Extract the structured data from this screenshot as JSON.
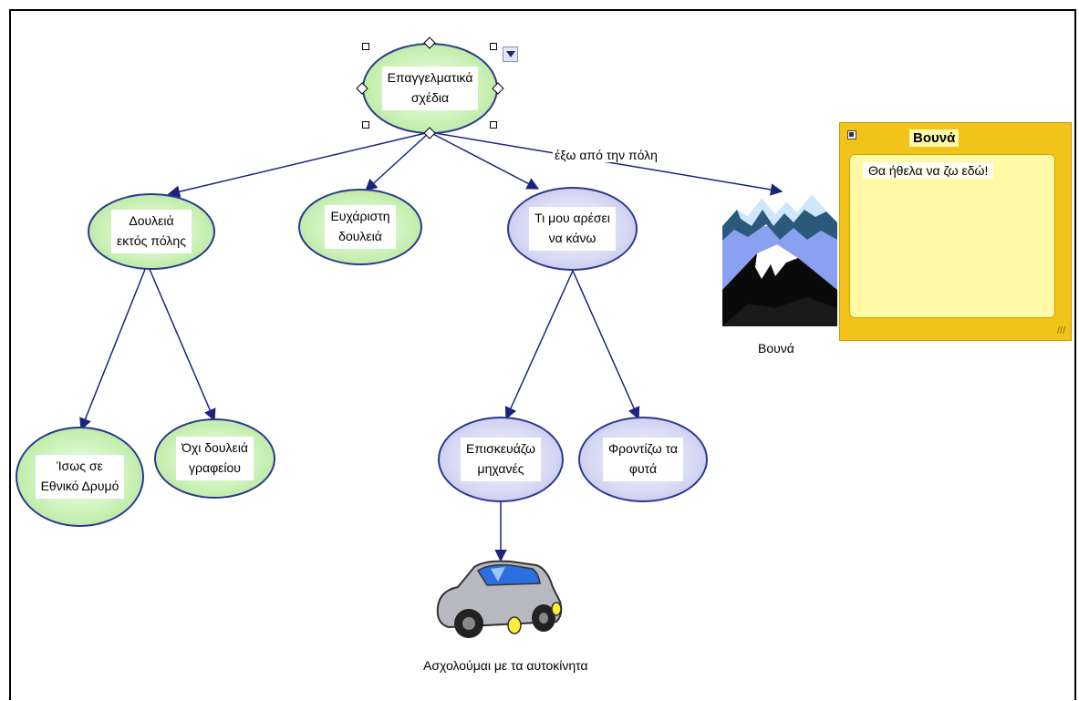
{
  "diagram": {
    "root": {
      "label_line1": "Επαγγελματικά",
      "label_line2": "σχέδια"
    },
    "nodes": [
      {
        "id": "douleia-ektos",
        "line1": "Δουλειά",
        "line2": "εκτός πόλης"
      },
      {
        "id": "eyxaristi",
        "line1": "Ευχάριστη",
        "line2": "δουλειά"
      },
      {
        "id": "ti-mou-aresei",
        "line1": "Τι μου αρέσει",
        "line2": "να κάνω"
      },
      {
        "id": "isos",
        "line1": "Ίσως σε",
        "line2": "Εθνικό Δρυμό"
      },
      {
        "id": "oxi-grafeiou",
        "line1": "Όχι δουλειά",
        "line2": "γραφείου"
      },
      {
        "id": "episkeuazo",
        "line1": "Επισκευάζω",
        "line2": "μηχανές"
      },
      {
        "id": "frontizo",
        "line1": "Φροντίζω τα",
        "line2": "φυτά"
      }
    ],
    "link_label": "έξω από την πόλη",
    "mountain_caption": "Βουνά",
    "car_caption": "Ασχολούμαι με τα αυτοκίνητα",
    "note": {
      "title": "Βουνά",
      "text": "Θα ήθελα να ζω εδώ!"
    },
    "icons": {
      "dropdown": "chevron-down-icon",
      "mountain": "mountain-icon",
      "car": "car-icon",
      "note": "note-icon"
    },
    "colors": {
      "edge": "#1a237e",
      "green_node": "#c8f0b4",
      "lilac_node": "#d6d8f4",
      "node_border": "#2a3a8e",
      "note_frame": "#f2c319",
      "note_body": "#fff9a8"
    }
  }
}
